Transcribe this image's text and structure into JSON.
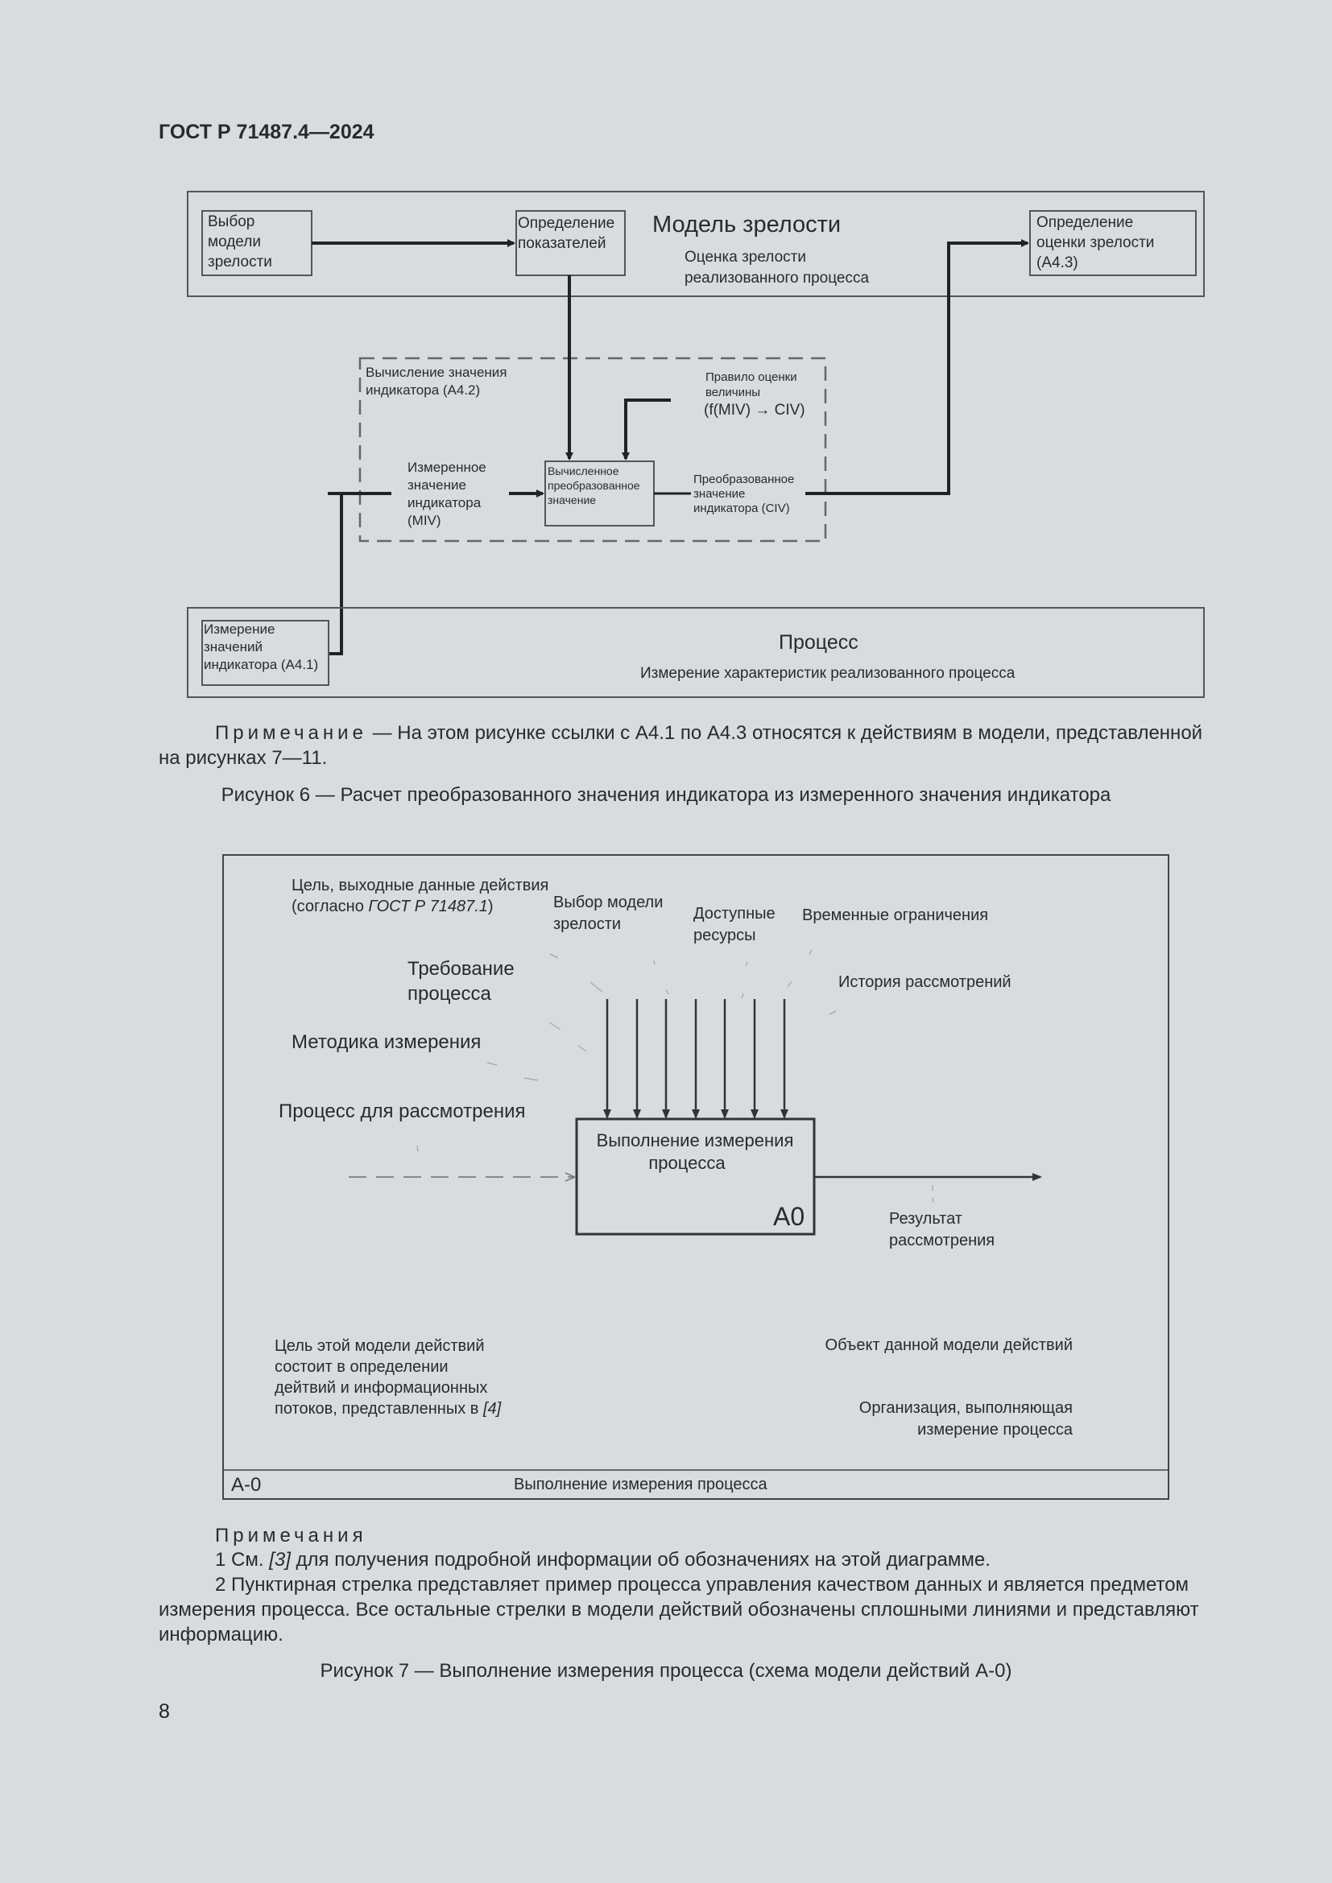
{
  "header": {
    "title": "ГОСТ Р 71487.4—2024"
  },
  "figure6": {
    "top_box": {
      "title": "Модель зрелости",
      "subtitle_line1": "Оценка зрелости",
      "subtitle_line2": "реализованного процесса",
      "left_box": [
        "Выбор",
        "модели",
        "зрелости"
      ],
      "middle_box": [
        "Определение",
        "показателей"
      ],
      "right_box": [
        "Определение",
        "оценки зрелости",
        "(А4.3)"
      ]
    },
    "dashed_box": {
      "label_line1": "Вычисление значения",
      "label_line2": "индикатора (А4.2)",
      "rule_line1": "Правило оценки",
      "rule_line2": "величины",
      "rule_formula": "(f(MIV) → CIV)",
      "measured": [
        "Измеренное",
        "значение",
        "индикатора",
        "(MIV)"
      ],
      "computed": [
        "Вычисленное",
        "преобразованное",
        "значение"
      ],
      "transformed": [
        "Преобразованное",
        "значение",
        "индикатора (CIV)"
      ]
    },
    "bottom_box": {
      "title": "Процесс",
      "subtitle": "Измерение характеристик реализованного процесса",
      "left_box": [
        "Измерение",
        "значений",
        "индикатора (А4.1)"
      ]
    },
    "note_label": "Примечание",
    "note_text": " — На этом рисунке ссылки с А4.1 по А4.3 относятся к действиям в модели, представленной",
    "note_text2": "на рисунках 7—11.",
    "caption": "Рисунок 6 — Расчет преобразованного значения индикатора из измеренного значения индикатора"
  },
  "figure7": {
    "goal_line1": "Цель, выходные данные действия",
    "goal_line2_prefix": "(согласно ",
    "goal_line2_ref": "ГОСТ Р 71487.1",
    "goal_line2_suffix": ")",
    "model_choice": [
      "Выбор модели",
      "зрелости"
    ],
    "resources": [
      "Доступные",
      "ресурсы"
    ],
    "time_limits": "Временные ограничения",
    "review_history": "История рассмотрений",
    "process_req": [
      "Требование",
      "процесса"
    ],
    "method": "Методика измерения",
    "process_for_review": "Процесс для рассмотрения",
    "activity": [
      "Выполнение измерения",
      "процесса"
    ],
    "activity_code": "A0",
    "result": [
      "Результат",
      "рассмотрения"
    ],
    "purpose": [
      "Цель этой модели действий",
      "состоит в определении",
      "дейтвий и информационных"
    ],
    "purpose_last_prefix": "потоков, представленных в ",
    "purpose_last_ref": "[4]",
    "object": "Объект данной модели действий",
    "org": [
      "Организация, выполняющая",
      "измерение процесса"
    ],
    "footer_code": "A-0",
    "footer_title": "Выполнение измерения процесса"
  },
  "notes": {
    "label": "Примечания",
    "n1_prefix": "1  См. ",
    "n1_ref": "[3]",
    "n1_suffix": " для получения подробной информации об обозначениях на этой диаграмме.",
    "n2_line1": "2  Пунктирная стрелка представляет пример процесса управления качеством данных и является предметом",
    "n2_line2": "измерения процесса. Все остальные стрелки в модели действий обозначены сплошными линиями и представляют",
    "n2_line3": "информацию.",
    "caption": "Рисунок 7 — Выполнение измерения процесса (схема модели действий А-0)"
  },
  "page_number": "8"
}
